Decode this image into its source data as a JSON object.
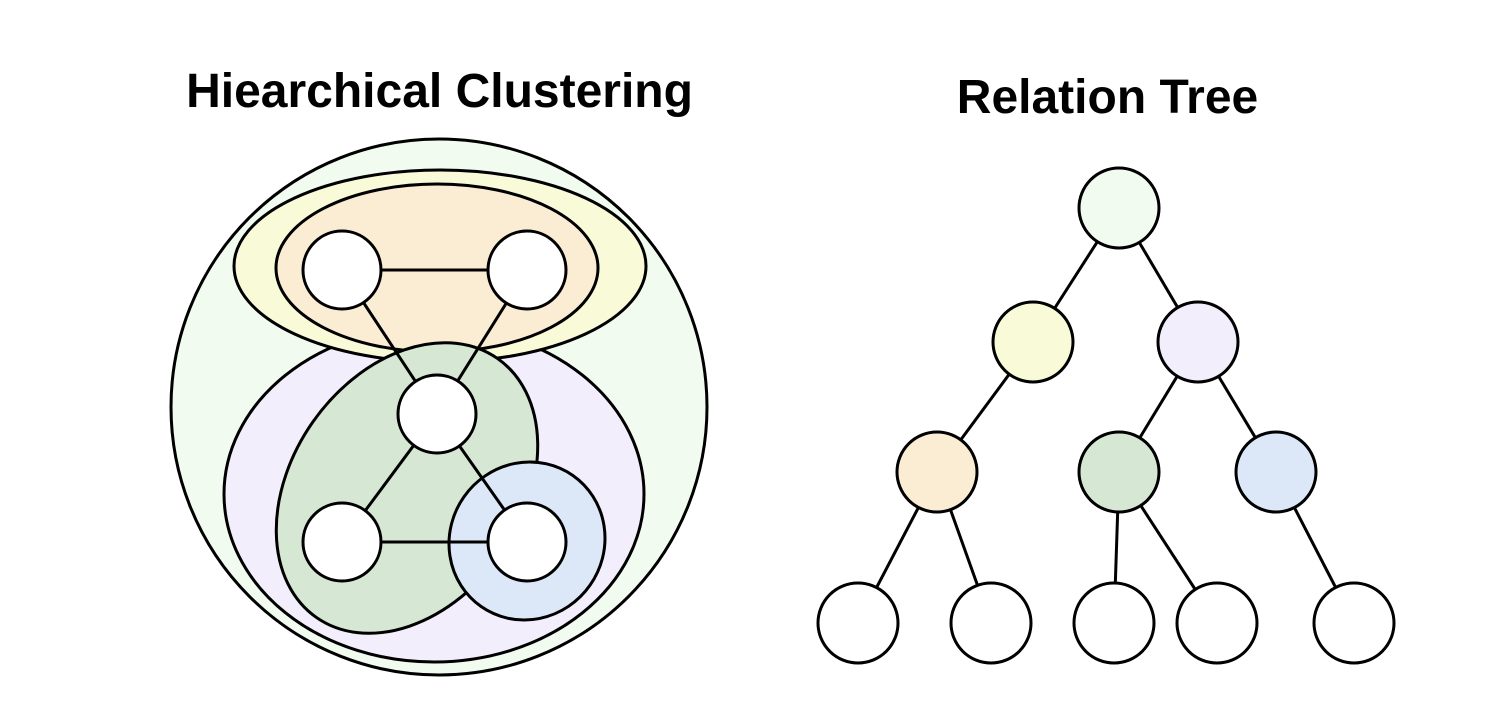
{
  "hierarchical_clustering": {
    "title": "Hiearchical Clustering",
    "nodes": 5,
    "edges": [
      [
        0,
        1
      ],
      [
        0,
        2
      ],
      [
        1,
        2
      ],
      [
        2,
        3
      ],
      [
        2,
        4
      ],
      [
        3,
        4
      ]
    ],
    "clusters": [
      {
        "level": "root",
        "color": "#f2fbf0",
        "members": [
          0,
          1,
          2,
          3,
          4
        ]
      },
      {
        "level": "child",
        "color": "#f9fbd8",
        "members": [
          0,
          1
        ]
      },
      {
        "level": "child",
        "color": "#f3eefb",
        "members": [
          2,
          3,
          4
        ]
      },
      {
        "level": "grandchild",
        "color": "#fbedd4",
        "members": [
          0,
          1
        ]
      },
      {
        "level": "grandchild",
        "color": "#d6e8d4",
        "members": [
          2,
          3
        ]
      },
      {
        "level": "grandchild",
        "color": "#dce8f8",
        "members": [
          4
        ]
      }
    ]
  },
  "relation_tree": {
    "title": "Relation Tree",
    "levels": [
      [
        "#f2fbf0"
      ],
      [
        "#f9fbd8",
        "#f3eefb"
      ],
      [
        "#fbedd4",
        "#d6e8d4",
        "#dce8f8"
      ],
      [
        "#ffffff",
        "#ffffff",
        "#ffffff",
        "#ffffff",
        "#ffffff"
      ]
    ],
    "edges": [
      [
        "root",
        "yellow"
      ],
      [
        "root",
        "purple"
      ],
      [
        "yellow",
        "orange"
      ],
      [
        "purple",
        "green"
      ],
      [
        "purple",
        "blue"
      ],
      [
        "orange",
        "leaf1"
      ],
      [
        "orange",
        "leaf2"
      ],
      [
        "green",
        "leaf3"
      ],
      [
        "green",
        "leaf4"
      ],
      [
        "blue",
        "leaf5"
      ]
    ]
  }
}
